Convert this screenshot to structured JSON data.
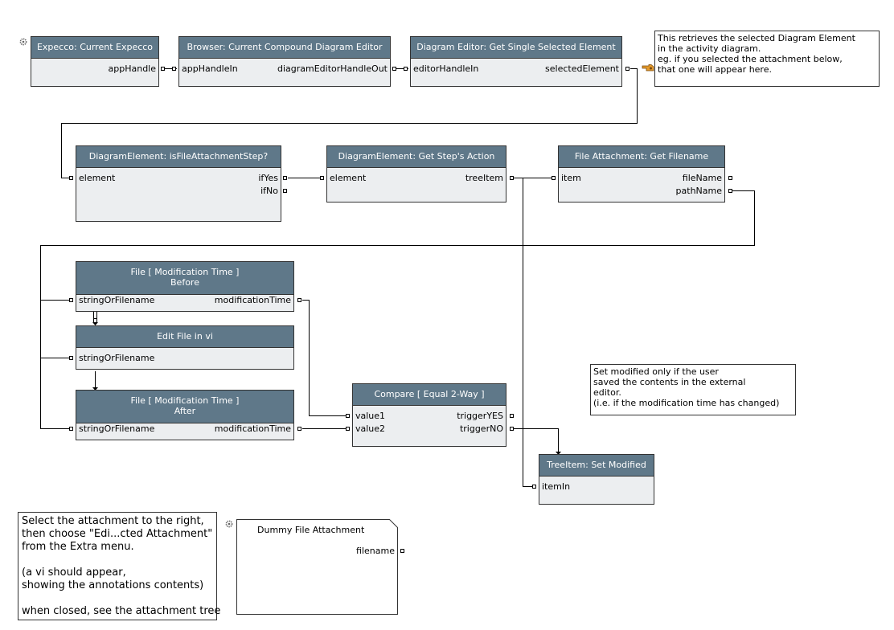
{
  "steps": {
    "expecco": {
      "title": "Expecco: Current Expecco",
      "out1": "appHandle"
    },
    "browser": {
      "title": "Browser: Current Compound Diagram Editor",
      "in1": "appHandleIn",
      "out1": "diagramEditorHandleOut"
    },
    "editor": {
      "title": "Diagram Editor: Get Single Selected Element",
      "in1": "editorHandleIn",
      "out1": "selectedElement"
    },
    "isfile": {
      "title": "DiagramElement: isFileAttachmentStep?",
      "in1": "element",
      "out1": "ifYes",
      "out2": "ifNo"
    },
    "action": {
      "title": "DiagramElement: Get Step's Action",
      "in1": "element",
      "out1": "treeItem"
    },
    "getfile": {
      "title": "File Attachment: Get Filename",
      "in1": "item",
      "out1": "fileName",
      "out2": "pathName"
    },
    "before": {
      "title1": "File [ Modification Time ]",
      "title2": "Before",
      "in1": "stringOrFilename",
      "out1": "modificationTime"
    },
    "editvi": {
      "title": "Edit File in vi",
      "in1": "stringOrFilename"
    },
    "after": {
      "title1": "File [ Modification Time ]",
      "title2": "After",
      "in1": "stringOrFilename",
      "out1": "modificationTime"
    },
    "compare": {
      "title": "Compare [ Equal 2-Way ]",
      "in1": "value1",
      "in2": "value2",
      "out1": "triggerYES",
      "out2": "triggerNO"
    },
    "setmod": {
      "title": "TreeItem: Set Modified",
      "in1": "itemIn"
    }
  },
  "notes": {
    "retrieve": "This retrieves the selected Diagram Element\nin the activity diagram.\neg. if you selected the attachment below,\nthat one will appear here.",
    "modified": "Set modified only if the user\nsaved the contents in the external\neditor.\n(i.e. if the modification time has changed)",
    "select": "Select the attachment to the right,\nthen choose \"Edi...cted Attachment\"\nfrom the Extra menu.\n\n(a vi should appear,\nshowing the annotations contents)\n\nwhen closed, see the attachment tree"
  },
  "dummy": {
    "title": "Dummy File Attachment",
    "out1": "filename"
  },
  "colors": {
    "header": "#5f7889",
    "body": "#eceef0",
    "wire": "#000000"
  },
  "icons": {
    "settings": "gear-icon",
    "pointer": "pointing-hand-icon"
  }
}
